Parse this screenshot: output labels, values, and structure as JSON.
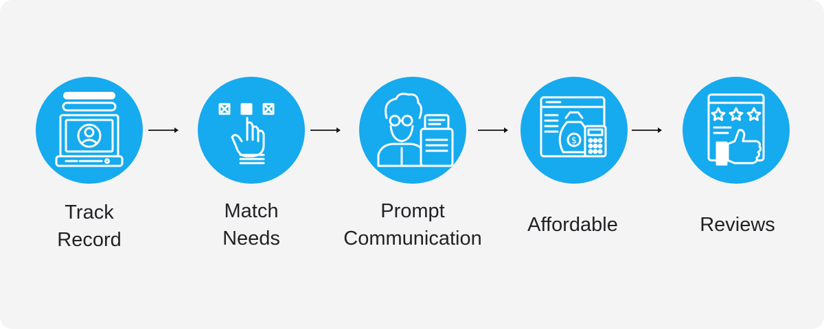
{
  "colors": {
    "background": "#f4f4f5",
    "accent": "#16aaee",
    "text": "#222226",
    "icon": "#ffffff"
  },
  "steps": [
    {
      "icon": "resume-profile-icon",
      "label_lines": [
        "Track",
        "Record"
      ]
    },
    {
      "icon": "hand-select-icon",
      "label_lines": [
        "Match",
        "Needs"
      ]
    },
    {
      "icon": "person-chat-icon",
      "label_lines": [
        "Prompt",
        "Communication"
      ]
    },
    {
      "icon": "money-bag-calculator-icon",
      "label_lines": [
        "Affordable"
      ]
    },
    {
      "icon": "star-rating-thumbs-up-icon",
      "label_lines": [
        "Reviews"
      ]
    }
  ]
}
